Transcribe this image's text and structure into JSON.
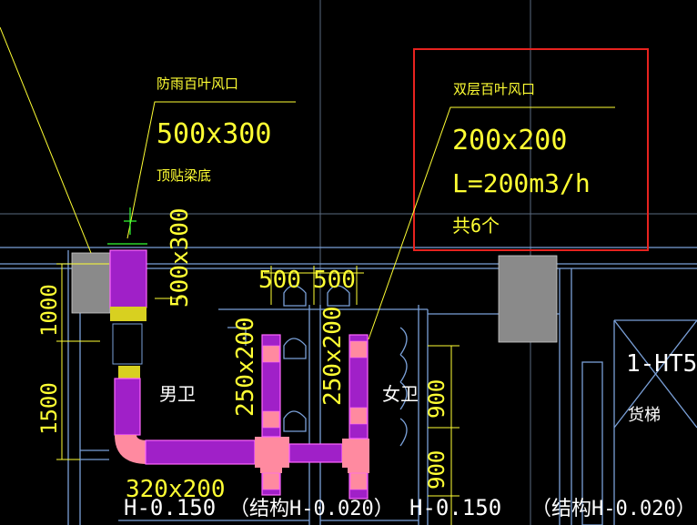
{
  "colors": {
    "background": "#000000",
    "annotation": "#ffff33",
    "wall": "#7aa0d8",
    "duct": "#a020c8",
    "fitting": "#ff8aa0",
    "highlight": "#e8231f",
    "column": "#8a8a8a"
  },
  "callout_left": {
    "title": "防雨百叶风口",
    "size": "500x300",
    "note": "顶贴梁底"
  },
  "callout_right": {
    "title": "双层百叶风口",
    "size": "200x200",
    "flow": "L=200m3/h",
    "count": "共6个"
  },
  "dimensions": {
    "vertical_left_top": "1000",
    "vertical_left_bottom": "1500",
    "duct_vertical": "500x300",
    "top_left": "500",
    "top_right": "500",
    "branch_left": "250x200",
    "branch_right": "250x200",
    "right_upper": "900",
    "right_lower": "900"
  },
  "rooms": {
    "mens": "男卫",
    "womens": "女卫",
    "freight": "1-HT5",
    "freight_sub": "货梯"
  },
  "bottom_labels": {
    "main_duct": "320x200",
    "left_elev": "H-0.150",
    "left_struct": "（结构H-0.020）",
    "right_elev": "H-0.150",
    "right_struct": "（结构H-0.020）"
  }
}
